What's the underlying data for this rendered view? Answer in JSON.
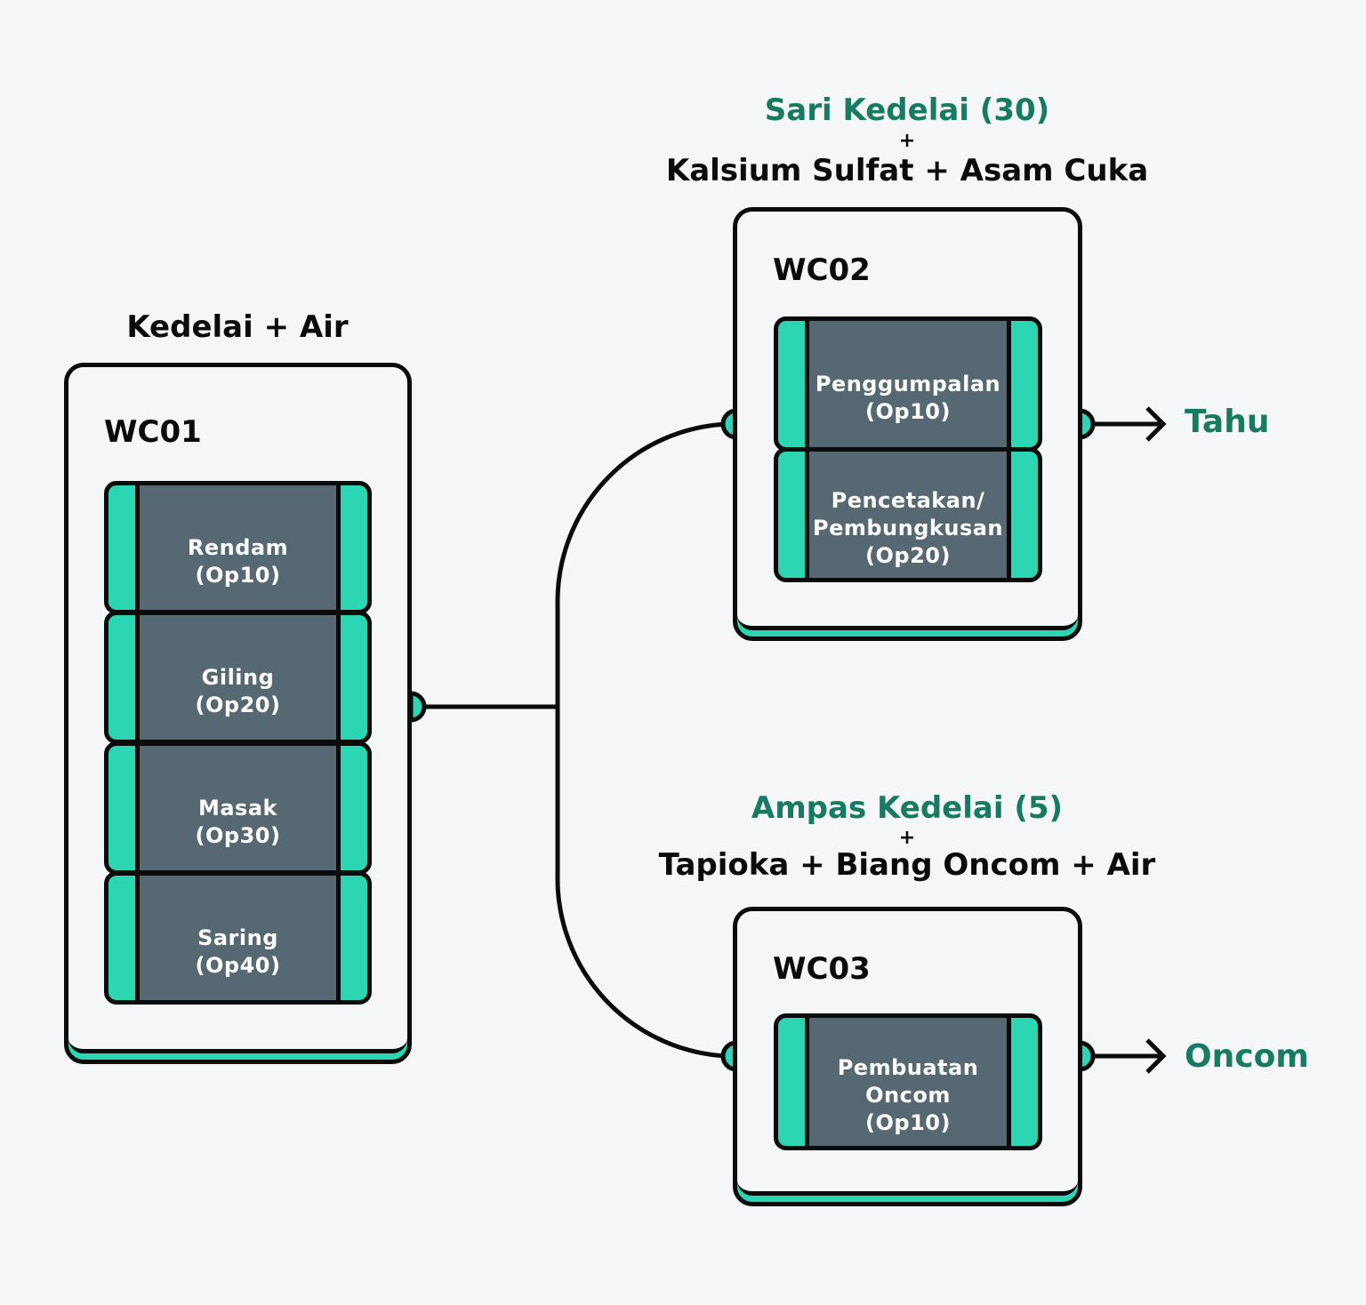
{
  "colors": {
    "background": "#f5f6f8",
    "accent": "#2cd6b2",
    "op_fill": "#566973",
    "highlight_text": "#177a63",
    "stroke": "#0b0b0b"
  },
  "inputs": {
    "wc01": {
      "text": "Kedelai + Air"
    },
    "wc02": {
      "highlight": "Sari Kedelai (30)",
      "plus": "+",
      "text": "Kalsium Sulfat + Asam Cuka"
    },
    "wc03": {
      "highlight": "Ampas Kedelai (5)",
      "plus": "+",
      "text": "Tapioka + Biang Oncom + Air"
    }
  },
  "work_centers": [
    {
      "id": "WC01",
      "operations": [
        {
          "name": "Rendam",
          "code": "(Op10)"
        },
        {
          "name": "Giling",
          "code": "(Op20)"
        },
        {
          "name": "Masak",
          "code": "(Op30)"
        },
        {
          "name": "Saring",
          "code": "(Op40)"
        }
      ]
    },
    {
      "id": "WC02",
      "operations": [
        {
          "name": "Penggumpalan",
          "code": "(Op10)"
        },
        {
          "name": "Pencetakan/\nPembungkusan",
          "code": "(Op20)"
        }
      ],
      "output": "Tahu"
    },
    {
      "id": "WC03",
      "operations": [
        {
          "name": "Pembuatan\nOncom",
          "code": "(Op10)"
        }
      ],
      "output": "Oncom"
    }
  ]
}
